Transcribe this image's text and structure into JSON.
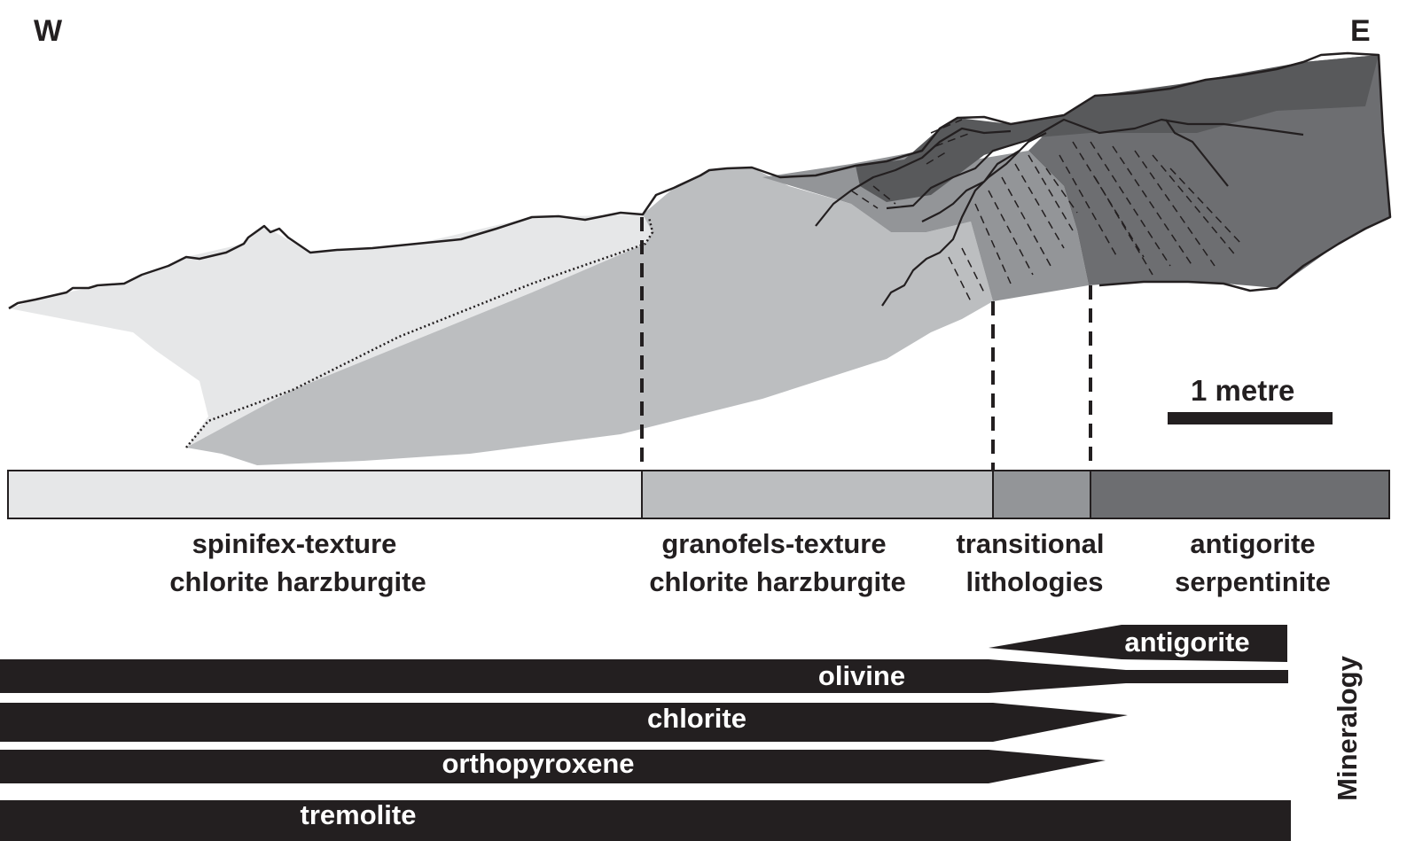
{
  "orientation": {
    "west": "W",
    "east": "E"
  },
  "scale_bar": {
    "label": "1  metre"
  },
  "zones": [
    {
      "line1": "spinifex-texture",
      "line2": "chlorite harzburgite",
      "color": "#e6e7e8"
    },
    {
      "line1": "granofels-texture",
      "line2": "chlorite harzburgite",
      "color": "#bcbec0"
    },
    {
      "line1": "transitional",
      "line2": "lithologies",
      "color": "#939598"
    },
    {
      "line1": "antigorite",
      "line2": "serpentinite",
      "color": "#6d6e71"
    }
  ],
  "mineralogy": {
    "title": "Mineralogy",
    "bars": [
      {
        "name": "antigorite"
      },
      {
        "name": "olivine"
      },
      {
        "name": "chlorite"
      },
      {
        "name": "orthopyroxene"
      },
      {
        "name": "tremolite"
      }
    ]
  },
  "colors": {
    "ink": "#231f20",
    "outcrop_dark": "#58595b"
  }
}
